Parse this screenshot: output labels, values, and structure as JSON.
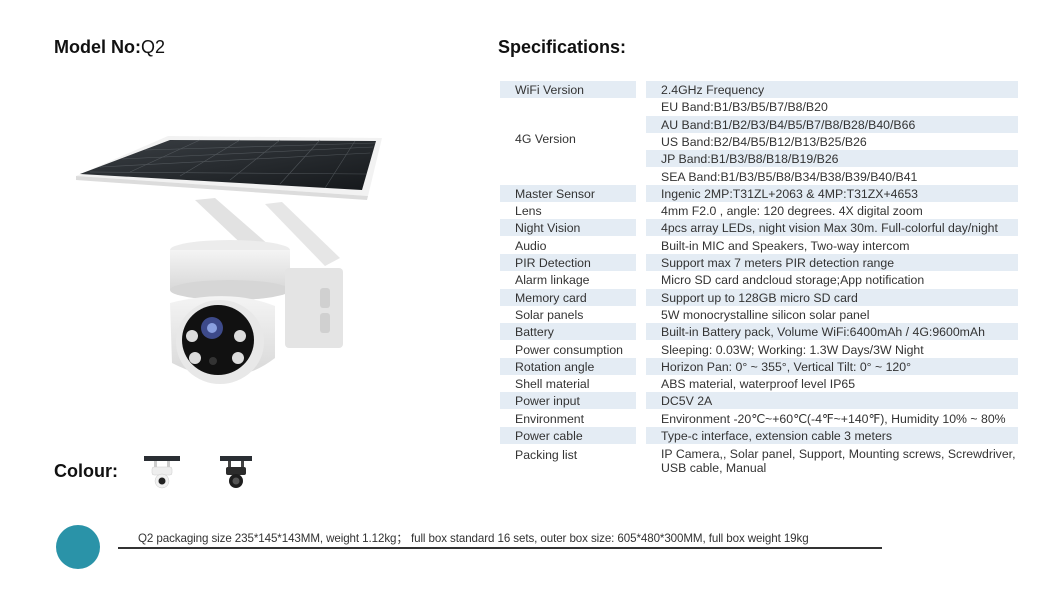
{
  "header": {
    "model_label": "Model No:",
    "model_value": "Q2",
    "specs_title": "Specifications:"
  },
  "specs": {
    "wifi": {
      "label": "WiFi Version",
      "value": "2.4GHz Frequency"
    },
    "g4": {
      "label": "4G Version",
      "bands": [
        "EU Band:B1/B3/B5/B7/B8/B20",
        "AU Band:B1/B2/B3/B4/B5/B7/B8/B28/B40/B66",
        "US Band:B2/B4/B5/B12/B13/B25/B26",
        "JP Band:B1/B3/B8/B18/B19/B26",
        "SEA Band:B1/B3/B5/B8/B34/B38/B39/B40/B41"
      ]
    },
    "rows": [
      {
        "label": "Master Sensor",
        "value": "Ingenic 2MP:T31ZL+2063 & 4MP:T31ZX+4653"
      },
      {
        "label": "Lens",
        "value": "4mm F2.0 , angle: 120 degrees. 4X digital zoom"
      },
      {
        "label": "Night Vision",
        "value": "4pcs array LEDs, night vision Max 30m. Full-colorful day/night"
      },
      {
        "label": "Audio",
        "value": "Built-in MIC and Speakers, Two-way intercom"
      },
      {
        "label": "PIR Detection",
        "value": "Support max 7 meters PIR detection range"
      },
      {
        "label": "Alarm linkage",
        "value": "Micro SD card andcloud storage;App notification"
      },
      {
        "label": "Memory card",
        "value": "Support up to 128GB micro SD card"
      },
      {
        "label": "Solar panels",
        "value": "5W monocrystalline silicon solar panel"
      },
      {
        "label": "Battery",
        "value": "Built-in Battery pack, Volume WiFi:6400mAh / 4G:9600mAh"
      },
      {
        "label": "Power consumption",
        "value": "Sleeping: 0.03W;  Working: 1.3W Days/3W Night"
      },
      {
        "label": "Rotation angle",
        "value": "Horizon Pan: 0° ~ 355°, Vertical Tilt: 0° ~ 120°"
      },
      {
        "label": "Shell material",
        "value": "ABS material, waterproof level IP65"
      },
      {
        "label": "Power input",
        "value": "DC5V 2A"
      },
      {
        "label": "Environment",
        "value": "Environment -20℃~+60℃(-4℉~+140℉), Humidity 10% ~ 80%"
      },
      {
        "label": "Power cable",
        "value": "Type-c interface, extension cable 3 meters"
      }
    ],
    "packing": {
      "label": "Packing list",
      "line1": "IP Camera,, Solar panel, Support, Mounting screws, Screwdriver,",
      "line2": "USB cable, Manual"
    }
  },
  "colour": {
    "label": "Colour:",
    "options": [
      "white",
      "black"
    ]
  },
  "footer": {
    "text": "Q2 packaging size 235*145*143MM, weight 1.12kg；  full box standard 16 sets, outer box size: 605*480*300MM, full box weight 19kg",
    "accent_color": "#2a93a8"
  },
  "colors": {
    "row_shade": "#e4ecf4",
    "text": "#333333"
  }
}
